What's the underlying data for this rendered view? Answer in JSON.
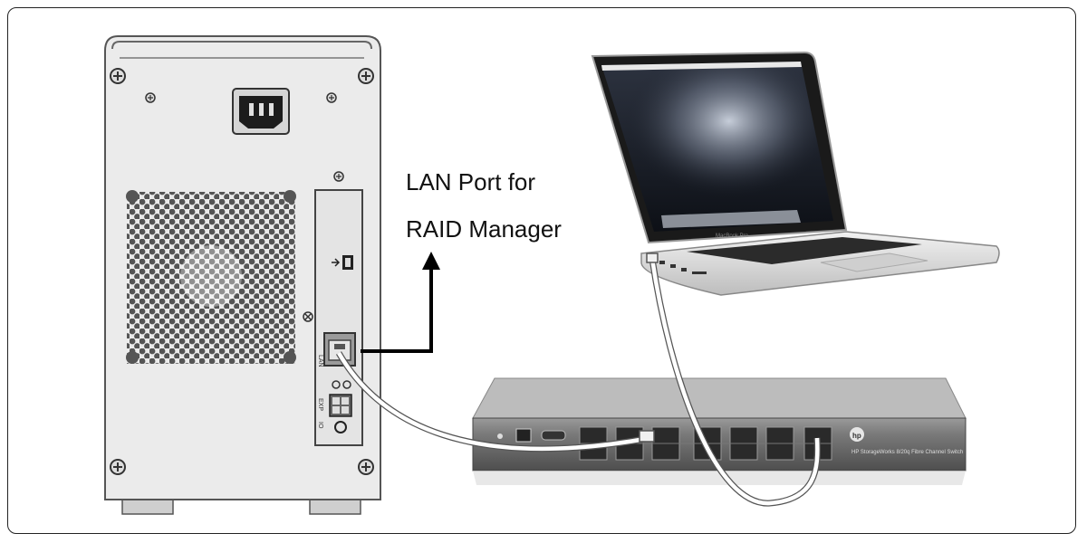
{
  "callout": {
    "line1": "LAN Port for",
    "line2": "RAID Manager"
  },
  "devices": {
    "raid_port_labels": [
      "LAN",
      "EXP",
      "IO"
    ],
    "laptop_brand": "MacBook Pro",
    "switch_label": "HP StorageWorks 8/20q Fibre Channel Switch",
    "switch_logo": "hp"
  },
  "colors": {
    "enclosure_fill": "#e9e9e9",
    "enclosure_stroke": "#555555",
    "vent_hole": "#555555",
    "arrow": "#000000",
    "cable": "#ffffff",
    "switch_body": "#6f6f6f",
    "laptop_body": "#d9d9d9",
    "screen": "#1a1f2a"
  },
  "icons": {
    "power": "power-socket-icon",
    "usb": "usb-icon",
    "screw": "screw-icon"
  }
}
